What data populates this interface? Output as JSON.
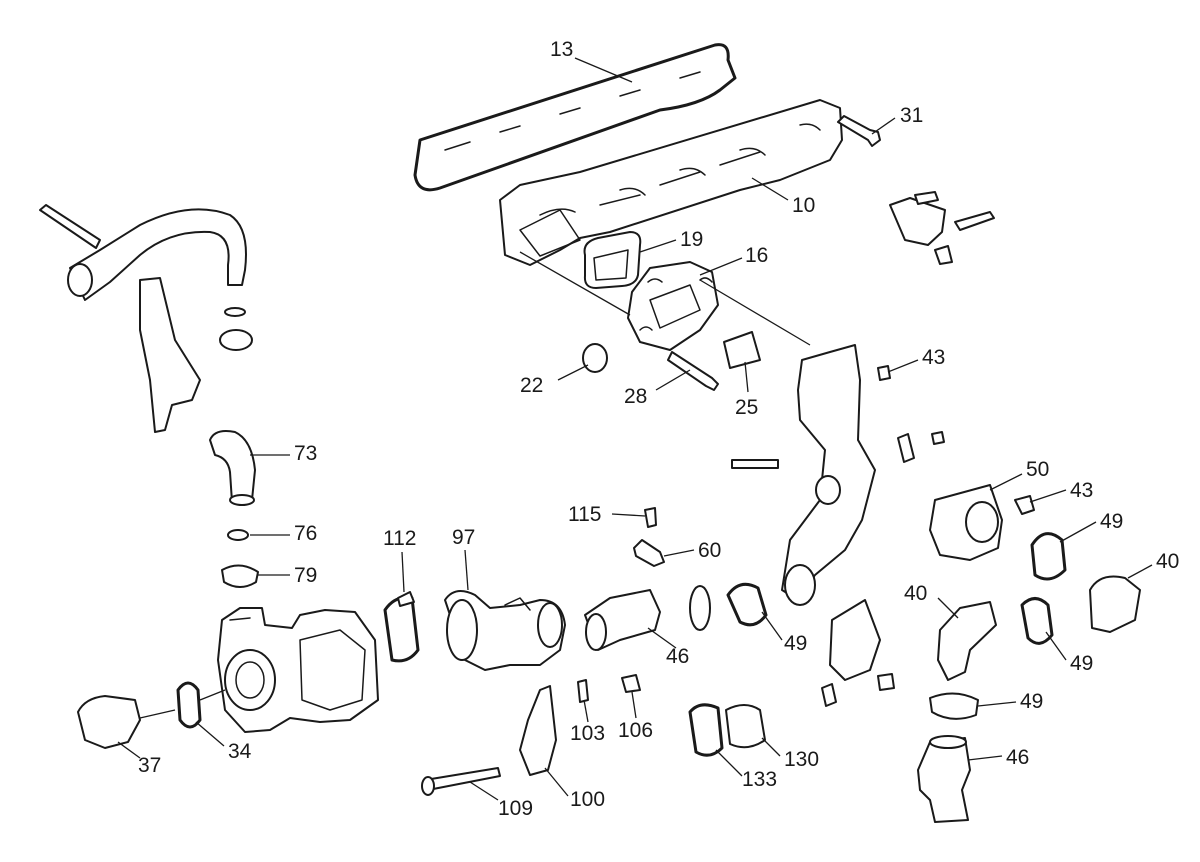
{
  "diagram": {
    "style": "exploded-view parts diagram",
    "colors": {
      "line": "#1a1a1a",
      "background": "#ffffff"
    },
    "callouts": [
      {
        "id": "c13",
        "label": "13"
      },
      {
        "id": "c31",
        "label": "31"
      },
      {
        "id": "c10",
        "label": "10"
      },
      {
        "id": "c19",
        "label": "19"
      },
      {
        "id": "c16",
        "label": "16"
      },
      {
        "id": "c43a",
        "label": "43"
      },
      {
        "id": "c22",
        "label": "22"
      },
      {
        "id": "c28",
        "label": "28"
      },
      {
        "id": "c25",
        "label": "25"
      },
      {
        "id": "c73",
        "label": "73"
      },
      {
        "id": "c76",
        "label": "76"
      },
      {
        "id": "c79",
        "label": "79"
      },
      {
        "id": "c112",
        "label": "112"
      },
      {
        "id": "c97",
        "label": "97"
      },
      {
        "id": "c115",
        "label": "115"
      },
      {
        "id": "c60",
        "label": "60"
      },
      {
        "id": "c50",
        "label": "50"
      },
      {
        "id": "c43b",
        "label": "43"
      },
      {
        "id": "c49a",
        "label": "49"
      },
      {
        "id": "c40a",
        "label": "40"
      },
      {
        "id": "c40b",
        "label": "40"
      },
      {
        "id": "c49b",
        "label": "49"
      },
      {
        "id": "c46a",
        "label": "46"
      },
      {
        "id": "c49c",
        "label": "49"
      },
      {
        "id": "c49d",
        "label": "49"
      },
      {
        "id": "c46b",
        "label": "46"
      },
      {
        "id": "c37",
        "label": "37"
      },
      {
        "id": "c34",
        "label": "34"
      },
      {
        "id": "c103",
        "label": "103"
      },
      {
        "id": "c106",
        "label": "106"
      },
      {
        "id": "c130",
        "label": "130"
      },
      {
        "id": "c133",
        "label": "133"
      },
      {
        "id": "c100",
        "label": "100"
      },
      {
        "id": "c109",
        "label": "109"
      }
    ]
  }
}
